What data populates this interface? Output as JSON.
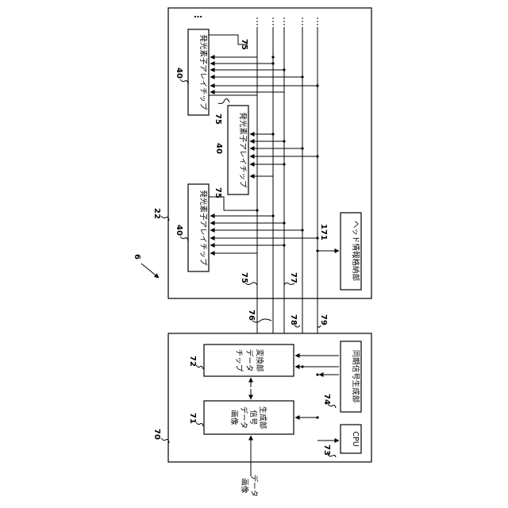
{
  "figure": {
    "fig_ref": "6",
    "head": {
      "ref": "22"
    },
    "chips": [
      {
        "ref": "40",
        "name": "発光素子アレイチップ",
        "line_ref": "75"
      },
      {
        "ref": "40",
        "name": "発光素子アレイチップ",
        "line_ref": "75"
      },
      {
        "ref": "40",
        "name": "発光素子アレイチップ",
        "line_ref": "75"
      }
    ],
    "head_info": {
      "ref": "171",
      "name": "ヘッド情報格納部"
    },
    "ellipsis": "…",
    "lines": {
      "l75": "75",
      "l76": "76",
      "l77": "77",
      "l78": "78",
      "l79": "79"
    },
    "controller": {
      "ref": "70"
    },
    "chip_data_conv": {
      "ref": "72",
      "name": [
        "チップ",
        "データ",
        "変換部"
      ]
    },
    "image_sig_gen": {
      "ref": "71",
      "name": [
        "画像",
        "データ",
        "信号",
        "生成部"
      ]
    },
    "sync_gen": {
      "ref": "74",
      "name": "同期信号生成部"
    },
    "cpu": {
      "ref": "73",
      "name": "CPU"
    },
    "input": {
      "name": [
        "画像",
        "データ"
      ]
    }
  }
}
